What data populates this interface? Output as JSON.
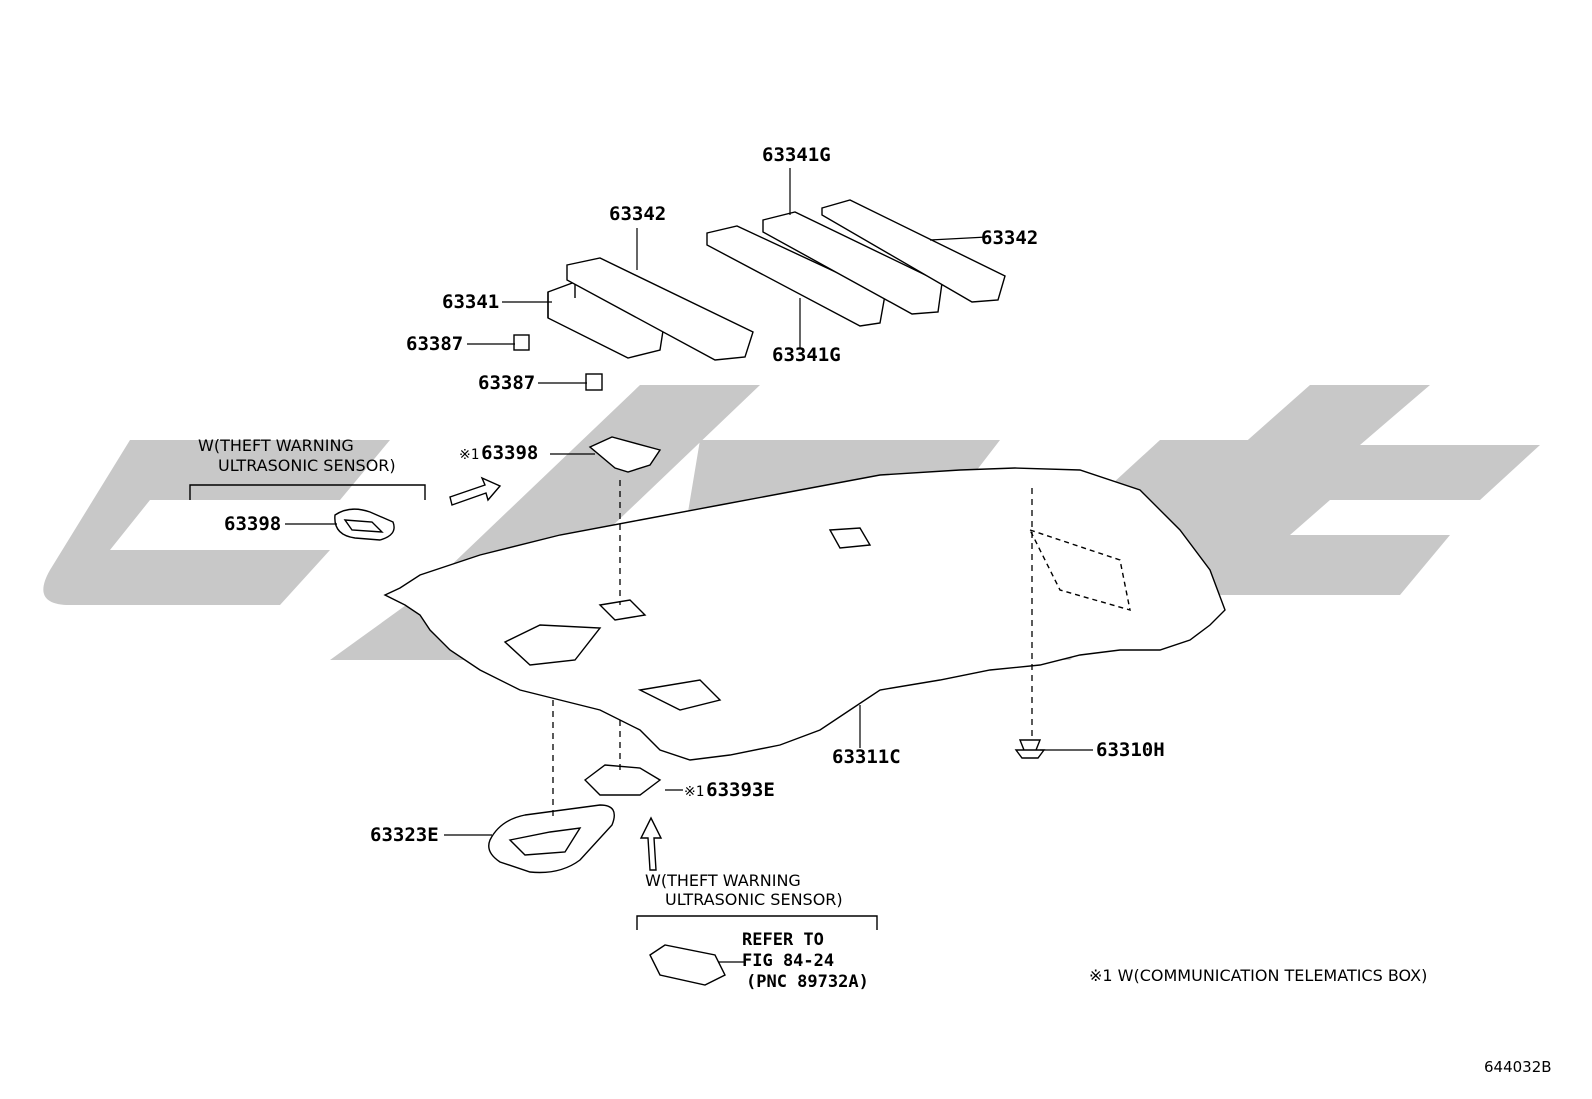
{
  "parts": {
    "p63341G_top": "63341G",
    "p63342_left": "63342",
    "p63342_right": "63342",
    "p63341": "63341",
    "p63387_a": "63387",
    "p63387_b": "63387",
    "p63341G_bottom": "63341G",
    "p63398_top_mark": "※1",
    "p63398_top": "63398",
    "p63398_left": "63398",
    "p63311C": "63311C",
    "p63310H": "63310H",
    "p63393E_mark": "※1",
    "p63393E": "63393E",
    "p63323E": "63323E"
  },
  "conditions": {
    "upper_line1": "W(THEFT WARNING",
    "upper_line2": "ULTRASONIC SENSOR)",
    "lower_line1": "W(THEFT WARNING",
    "lower_line2": "ULTRASONIC SENSOR)"
  },
  "reference": {
    "line1": "REFER TO",
    "line2": "FIG 84-24",
    "line3": "(PNC 89732A)"
  },
  "footnote": "※1 W(COMMUNICATION TELEMATICS BOX)",
  "figure_code": "644032B",
  "colors": {
    "watermark": "#c8c8c8",
    "line": "#000000",
    "background": "#ffffff"
  }
}
